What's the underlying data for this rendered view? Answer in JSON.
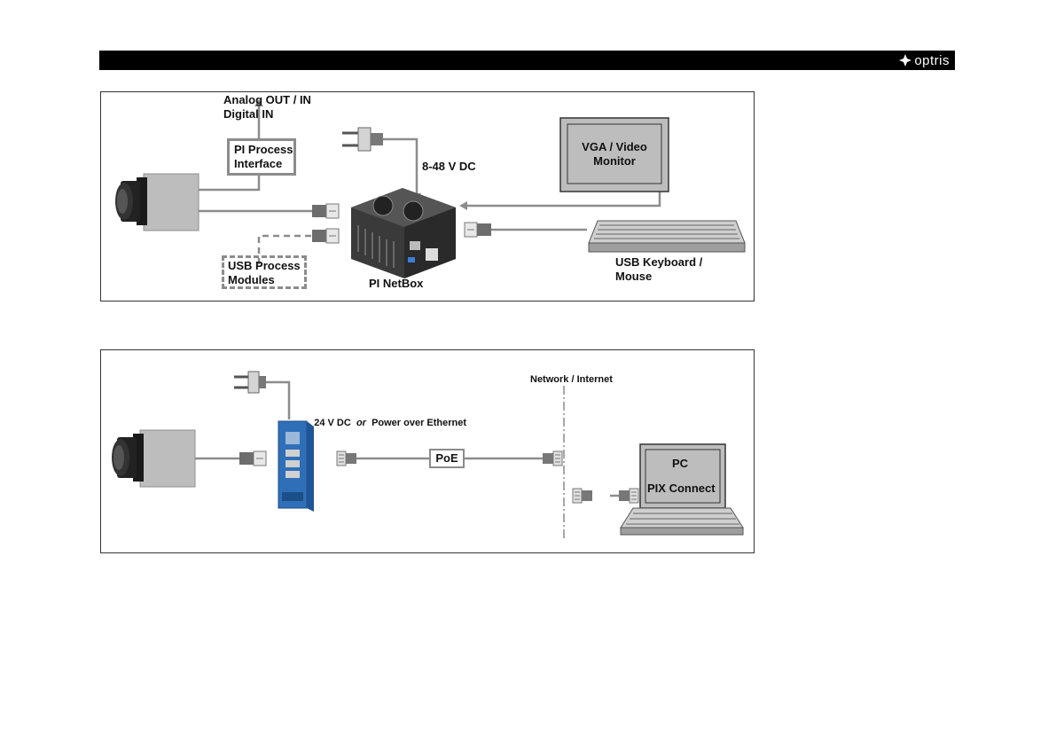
{
  "header": {
    "brand": "optris"
  },
  "diagram1": {
    "analog_io": "Analog OUT / IN\nDigital IN",
    "process_interface": "PI Process\nInterface",
    "power": "8-48 V DC",
    "monitor": "VGA / Video\nMonitor",
    "usb_modules": "USB Process\nModules",
    "netbox": "PI NetBox",
    "keyboard": "USB Keyboard /\nMouse"
  },
  "diagram2": {
    "network": "Network / Internet",
    "power_prefix": "24 V DC",
    "power_or": "or",
    "power_suffix": "Power over Ethernet",
    "poe": "PoE",
    "pc": "PC",
    "pix": "PIX Connect"
  },
  "colors": {
    "line": "#8c8c8c",
    "dashed_box": "#8c8c8c",
    "camera_body": "#bdbdbd",
    "netbox_body": "#3a3a3a",
    "industrial_pc": "#2f6fb8"
  }
}
